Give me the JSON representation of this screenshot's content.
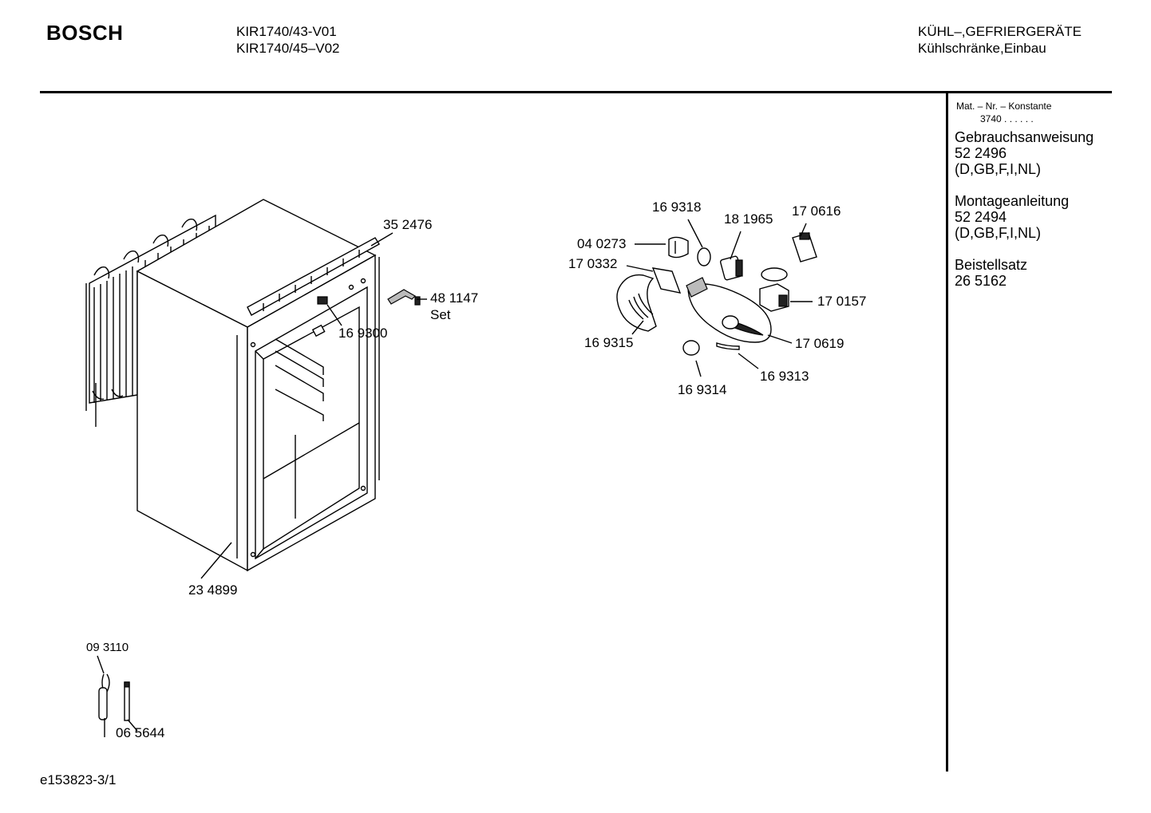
{
  "header": {
    "brand": "BOSCH",
    "model_line_1": "KIR1740/43-V01",
    "model_line_2": "KIR1740/45–V02",
    "category_line_1": "KÜHL–,GEFRIERGERÄTE",
    "category_line_2": "Kühlschränke,Einbau"
  },
  "side_panel": {
    "mat_nr_label": "Mat. – Nr. – Konstante",
    "mat_nr_value": "3740 . . . . . .",
    "manual_title": "Gebrauchsanweisung",
    "manual_number": "52 2496",
    "manual_languages": "(D,GB,F,I,NL)",
    "install_title": "Montageanleitung",
    "install_number": "52 2494",
    "install_languages": "(D,GB,F,I,NL)",
    "accessory_title": "Beistellsatz",
    "accessory_number": "26 5162"
  },
  "part_labels": {
    "p352476": "35 2476",
    "p481147": "48 1147",
    "p481147_note": "Set",
    "p169300": "16 9300",
    "p234899": "23 4899",
    "p169318": "16 9318",
    "p181965": "18 1965",
    "p170616": "17 0616",
    "p040273": "04 0273",
    "p170332": "17 0332",
    "p170157": "17 0157",
    "p169315": "16 9315",
    "p170619": "17 0619",
    "p169313": "16 9313",
    "p169314": "16 9314",
    "p093110": "09 3110",
    "p065644": "06 5644"
  },
  "footer": {
    "drawing_id": "e153823-3/1"
  }
}
